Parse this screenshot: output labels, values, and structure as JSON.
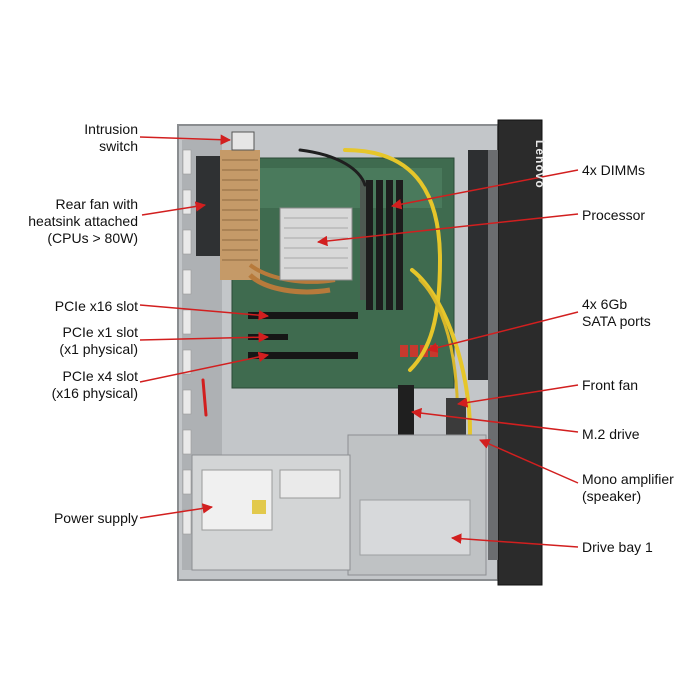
{
  "bezel_logo": "Lenovo",
  "labels": {
    "intrusion_switch": "Intrusion\nswitch",
    "rear_fan": "Rear fan with\nheatsink attached\n(CPUs > 80W)",
    "pcie_x16": "PCIe x16 slot",
    "pcie_x1": "PCIe x1 slot\n(x1 physical)",
    "pcie_x4": "PCIe x4 slot\n(x16 physical)",
    "power_supply": "Power supply",
    "dimms": "4x DIMMs",
    "processor": "Processor",
    "sata": "4x 6Gb\nSATA ports",
    "front_fan": "Front fan",
    "m2": "M.2 drive",
    "mono_amp": "Mono amplifier\n(speaker)",
    "drive_bay": "Drive bay 1"
  },
  "colors": {
    "callout": "#d21f1f",
    "chassis": "#b9bcbf",
    "board": "#3f6b4f",
    "bezel": "#2b2b2b",
    "cable": "#e6c62a"
  }
}
